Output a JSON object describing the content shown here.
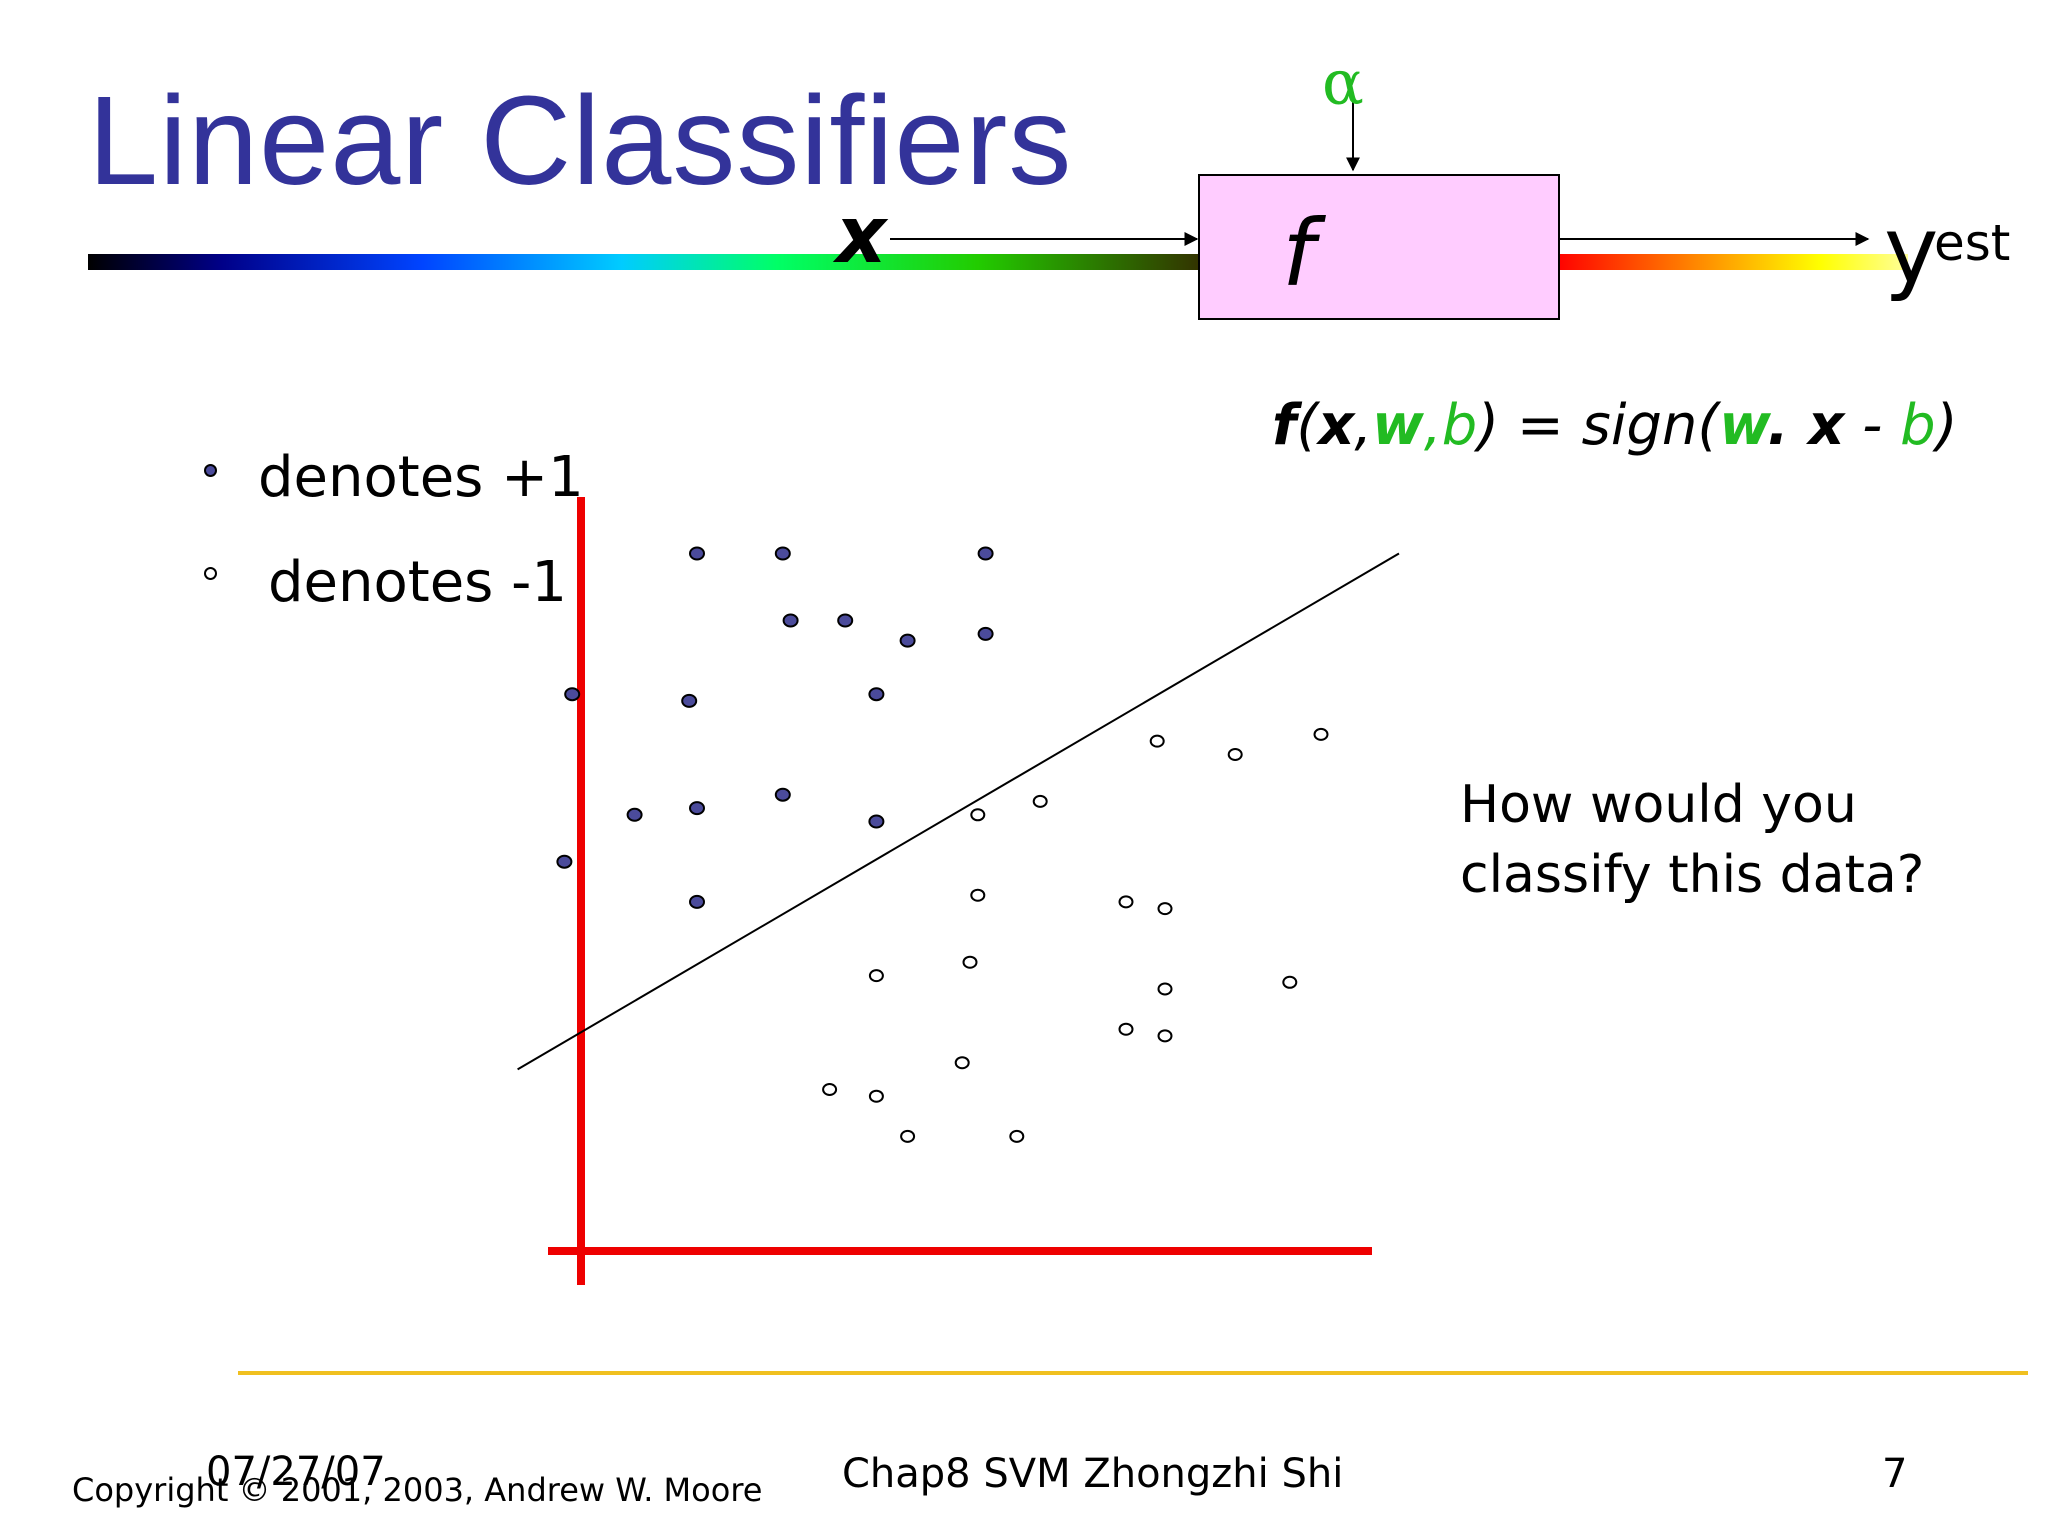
{
  "slide": {
    "title": "Linear Classifiers",
    "date": "07/27/07",
    "copyright": "Copyright © 2001, 2003, Andrew W. Moore",
    "footer_center": "Chap8 SVM Zhongzhi Shi",
    "page_number": "7"
  },
  "pipeline": {
    "param_label": "α",
    "input_label": "x",
    "function_label": "f",
    "output_label": "y",
    "output_superscript": "est",
    "colors": {
      "box_fill": "#ffccff",
      "param": "#22bb22"
    }
  },
  "formula": {
    "f": "f",
    "open": "(",
    "x": "x",
    "comma1": ",",
    "w": "w",
    "comma2": ",",
    "b": "b",
    "close_eq": ") = sign(",
    "w2": "w",
    "dot": ". ",
    "x2": "x",
    "minus": " - ",
    "b2": "b",
    "end": ")"
  },
  "legend": {
    "positive": "denotes +1",
    "negative": "denotes -1"
  },
  "question": {
    "line1": "How would you",
    "line2": "classify this data?"
  },
  "colors": {
    "title": "#33339a",
    "axes": "#ee0000",
    "positive_point": "#4b4b9b",
    "footer_rule": "#f0c020"
  },
  "chart_data": {
    "type": "scatter",
    "grid": false,
    "xlim": [
      0,
      100
    ],
    "ylim": [
      0,
      100
    ],
    "series": [
      {
        "name": "denotes +1",
        "marker": "filled",
        "points": [
          [
            15,
            95
          ],
          [
            27,
            85
          ],
          [
            34,
            85
          ],
          [
            26,
            95
          ],
          [
            42,
            82
          ],
          [
            52,
            95
          ],
          [
            52,
            83
          ],
          [
            -1,
            74
          ],
          [
            14,
            73
          ],
          [
            38,
            74
          ],
          [
            26,
            59
          ],
          [
            7,
            56
          ],
          [
            15,
            57
          ],
          [
            38,
            55
          ],
          [
            -2,
            49
          ],
          [
            15,
            43
          ]
        ]
      },
      {
        "name": "denotes -1",
        "marker": "hollow",
        "points": [
          [
            74,
            67
          ],
          [
            84,
            65
          ],
          [
            95,
            68
          ],
          [
            51,
            56
          ],
          [
            59,
            58
          ],
          [
            51,
            44
          ],
          [
            70,
            43
          ],
          [
            75,
            42
          ],
          [
            38,
            32
          ],
          [
            50,
            34
          ],
          [
            75,
            30
          ],
          [
            91,
            31
          ],
          [
            70,
            24
          ],
          [
            75,
            23
          ],
          [
            49,
            19
          ],
          [
            32,
            15
          ],
          [
            38,
            14
          ],
          [
            42,
            8
          ],
          [
            56,
            8
          ]
        ]
      }
    ],
    "boundary_line": [
      [
        -8,
        18
      ],
      [
        105,
        95
      ]
    ]
  }
}
